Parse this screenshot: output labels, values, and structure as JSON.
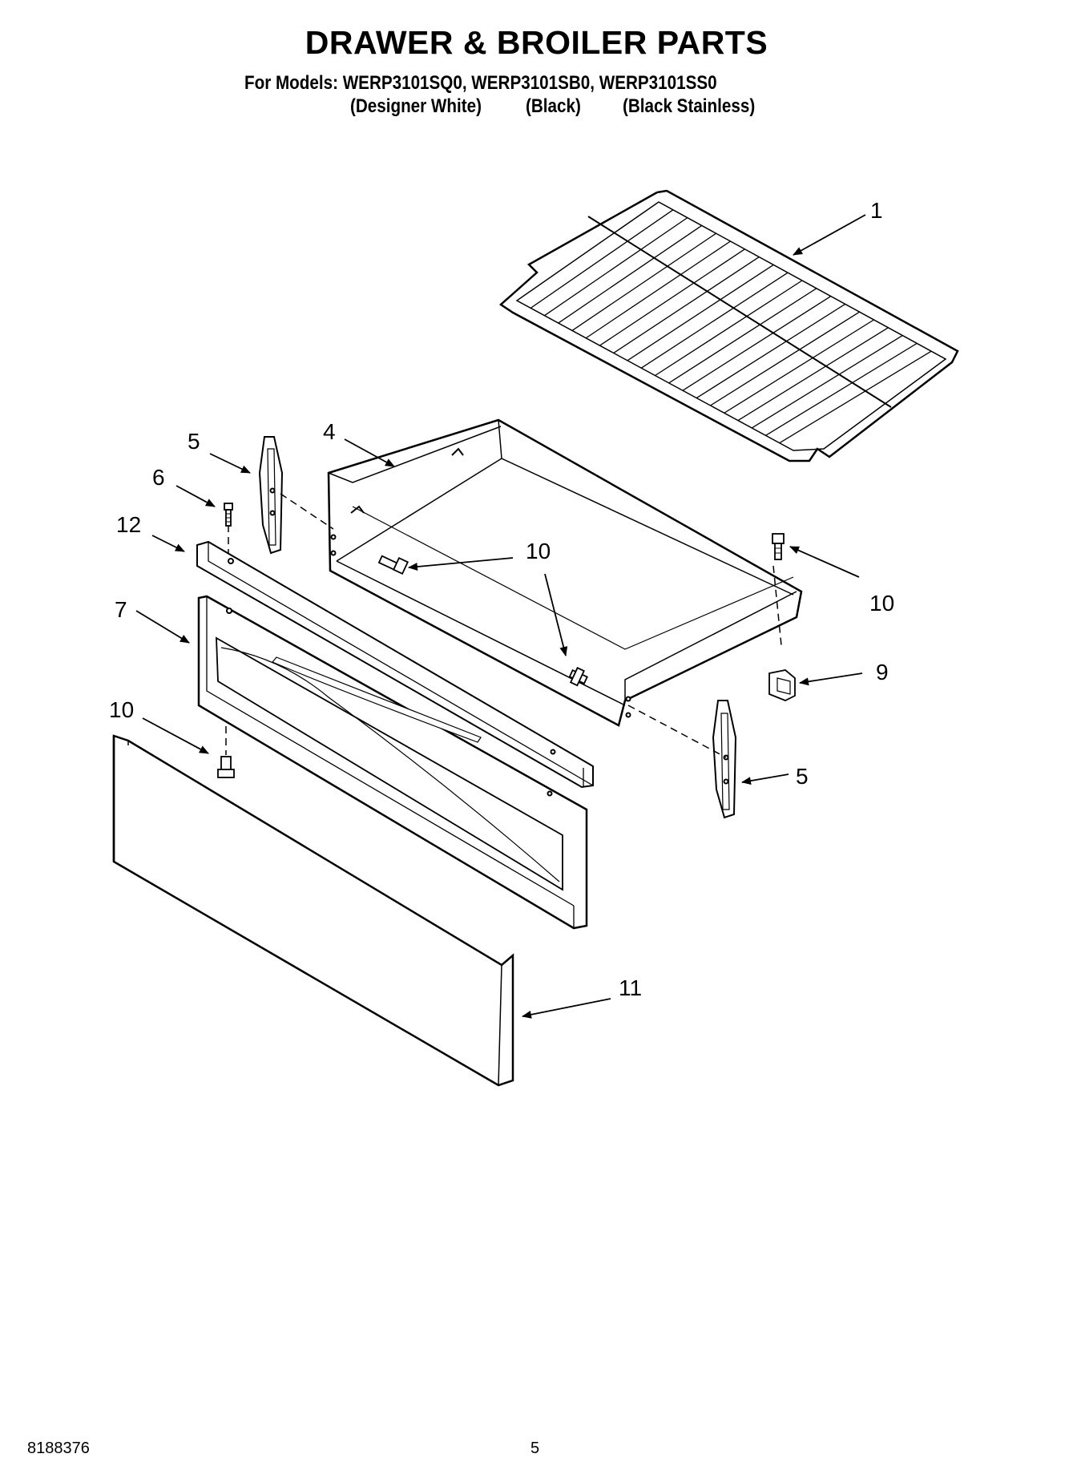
{
  "header": {
    "title": "DRAWER & BROILER PARTS",
    "models_line": "For Models: WERP3101SQ0, WERP3101SB0, WERP3101SS0",
    "variants": [
      "(Designer White)",
      "(Black)",
      "(Black Stainless)"
    ]
  },
  "callouts": {
    "rack": "1",
    "drawer_body": "4",
    "glide_left": "5",
    "glide_right": "5",
    "screw_6": "6",
    "bracket_12": "12",
    "panel_7": "7",
    "screw_left_10": "10",
    "screw_center_10": "10",
    "screw_right_10": "10",
    "clip_9": "9",
    "front_11": "11"
  },
  "footer": {
    "doc_number": "8188376",
    "page_number": "5"
  }
}
